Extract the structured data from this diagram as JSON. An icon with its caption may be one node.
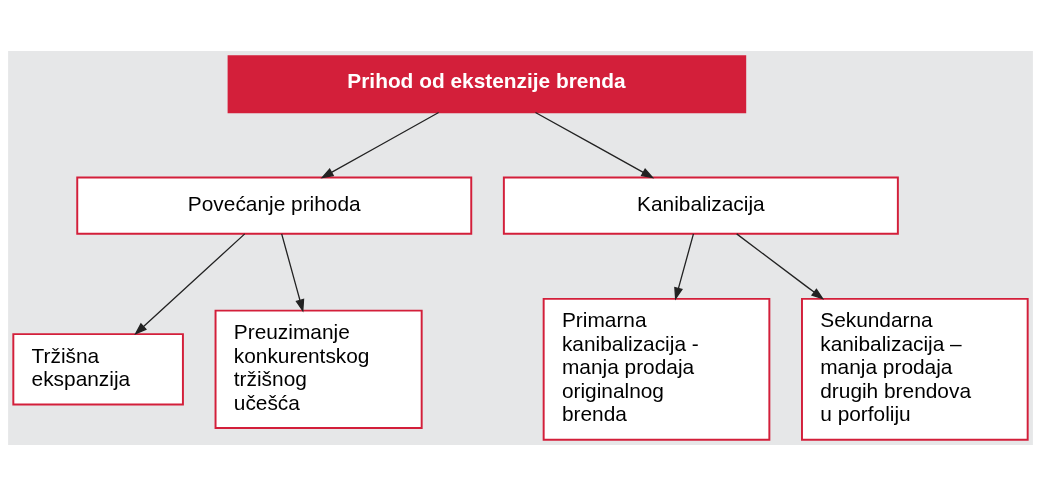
{
  "diagram": {
    "nodes": [
      {
        "text": [
          "Prihod od ekstenzije brenda"
        ]
      },
      {
        "text": [
          "Povećanje prihoda"
        ]
      },
      {
        "text": [
          "Kanibalizacija"
        ]
      },
      {
        "text": [
          "Tržišna ekspanzija"
        ]
      },
      {
        "text": [
          "Preuzimanje konkurentskog tržišnog učešća"
        ]
      },
      {
        "text": [
          "Primarna kanibalizacija - manja prodaja originalnog brenda"
        ]
      },
      {
        "text": [
          "Sekundarna kanibalizacija – manja prodaja drugih brendova u porfoliju"
        ]
      }
    ],
    "edges": [
      {
        "from": 0,
        "to": 1,
        "arrow": "to"
      },
      {
        "from": 0,
        "to": 2,
        "arrow": "to"
      },
      {
        "from": 1,
        "to": 3,
        "arrow": "to"
      },
      {
        "from": 1,
        "to": 4,
        "arrow": "to"
      },
      {
        "from": 2,
        "to": 5,
        "arrow": "to"
      },
      {
        "from": 2,
        "to": 6,
        "arrow": "to"
      }
    ]
  }
}
